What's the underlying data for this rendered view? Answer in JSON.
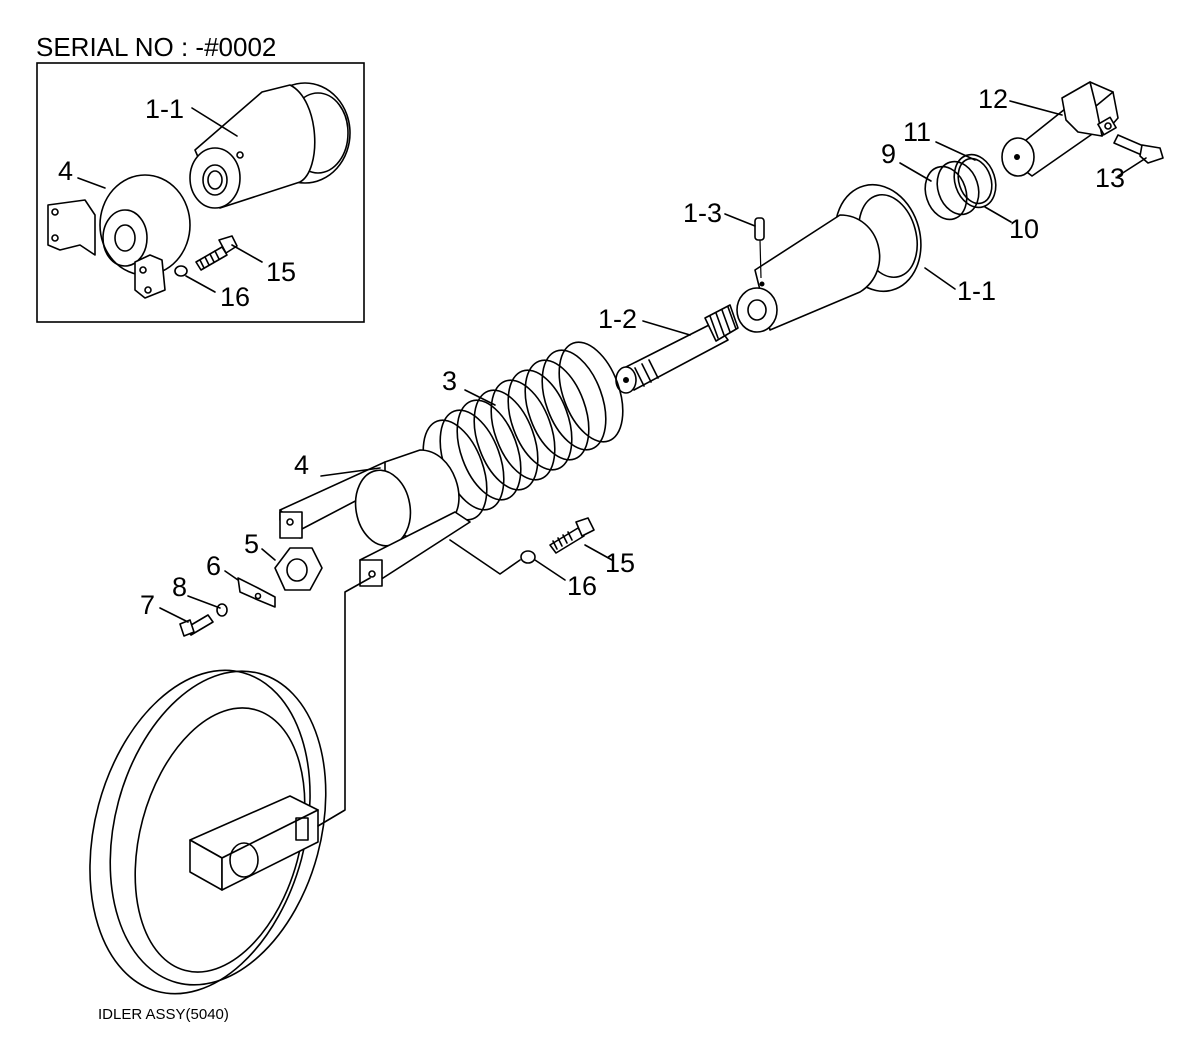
{
  "title": "SERIAL NO : -#0002",
  "caption": "IDLER ASSY(5040)",
  "inset": {
    "labels": {
      "part_1_1": "1-1",
      "part_4": "4",
      "part_15": "15",
      "part_16": "16"
    }
  },
  "main": {
    "labels": {
      "part_1_1": "1-1",
      "part_1_2": "1-2",
      "part_1_3": "1-3",
      "part_3": "3",
      "part_4": "4",
      "part_5": "5",
      "part_6": "6",
      "part_7": "7",
      "part_8": "8",
      "part_9": "9",
      "part_10": "10",
      "part_11": "11",
      "part_12": "12",
      "part_13": "13",
      "part_15": "15",
      "part_16": "16"
    }
  }
}
